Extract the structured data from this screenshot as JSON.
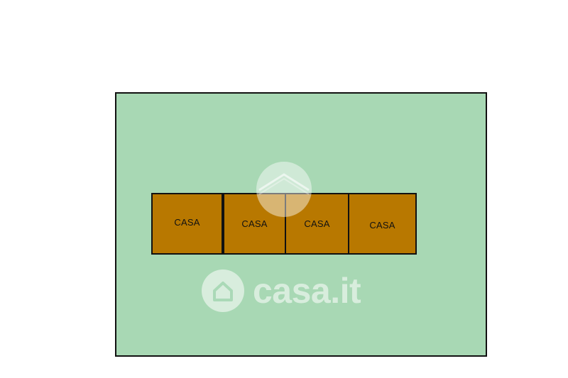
{
  "plan": {
    "houses": [
      {
        "label": "CASA"
      },
      {
        "label": "CASA"
      },
      {
        "label": "CASA"
      },
      {
        "label": "CASA"
      }
    ]
  },
  "watermark": {
    "text": "casa.it",
    "icon": "house-icon"
  },
  "colors": {
    "lot": "#a8d8b4",
    "house": "#b87800",
    "outline": "#111111"
  }
}
